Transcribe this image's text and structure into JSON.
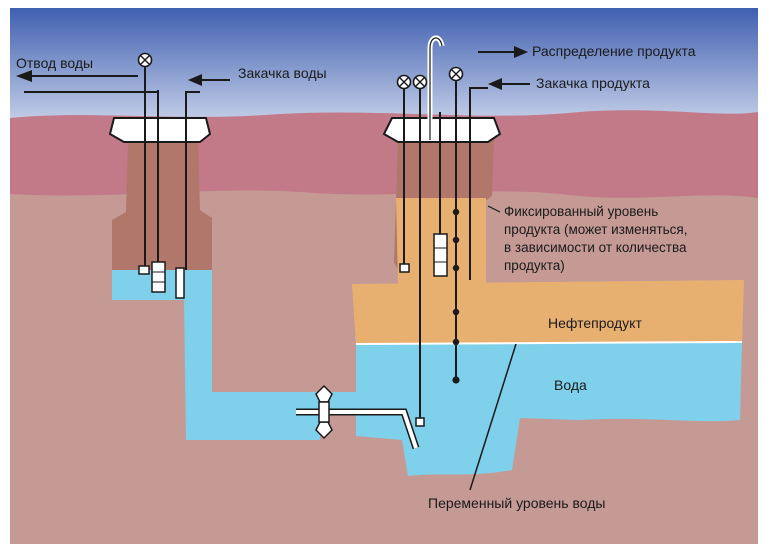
{
  "colors": {
    "sky_top": "#3f5fb0",
    "sky_bottom": "#c9d3ea",
    "top_soil": "#c27a88",
    "deep_soil": "#c59a95",
    "product": "#e8b070",
    "product_dark": "#c48a55",
    "water": "#7fd0ea",
    "cap": "#ffffff",
    "line": "#1a1a1a"
  },
  "icons": {
    "valve": "circle-x-valve-icon",
    "arrow": "arrow-icon",
    "gate_valve": "gate-valve-icon"
  },
  "labels": {
    "water_outlet": "Отвод воды",
    "water_injection": "Закачка воды",
    "product_distribution": "Распределение продукта",
    "product_injection": "Закачка продукта",
    "fixed_level_line1": "Фиксированный уровень",
    "fixed_level_line2": "продукта (может изменяться,",
    "fixed_level_line3": "в зависимости от количества",
    "fixed_level_line4": "продукта)",
    "oil_product": "Нефтепродукт",
    "water": "Вода",
    "variable_water_level": "Переменный уровень воды"
  }
}
